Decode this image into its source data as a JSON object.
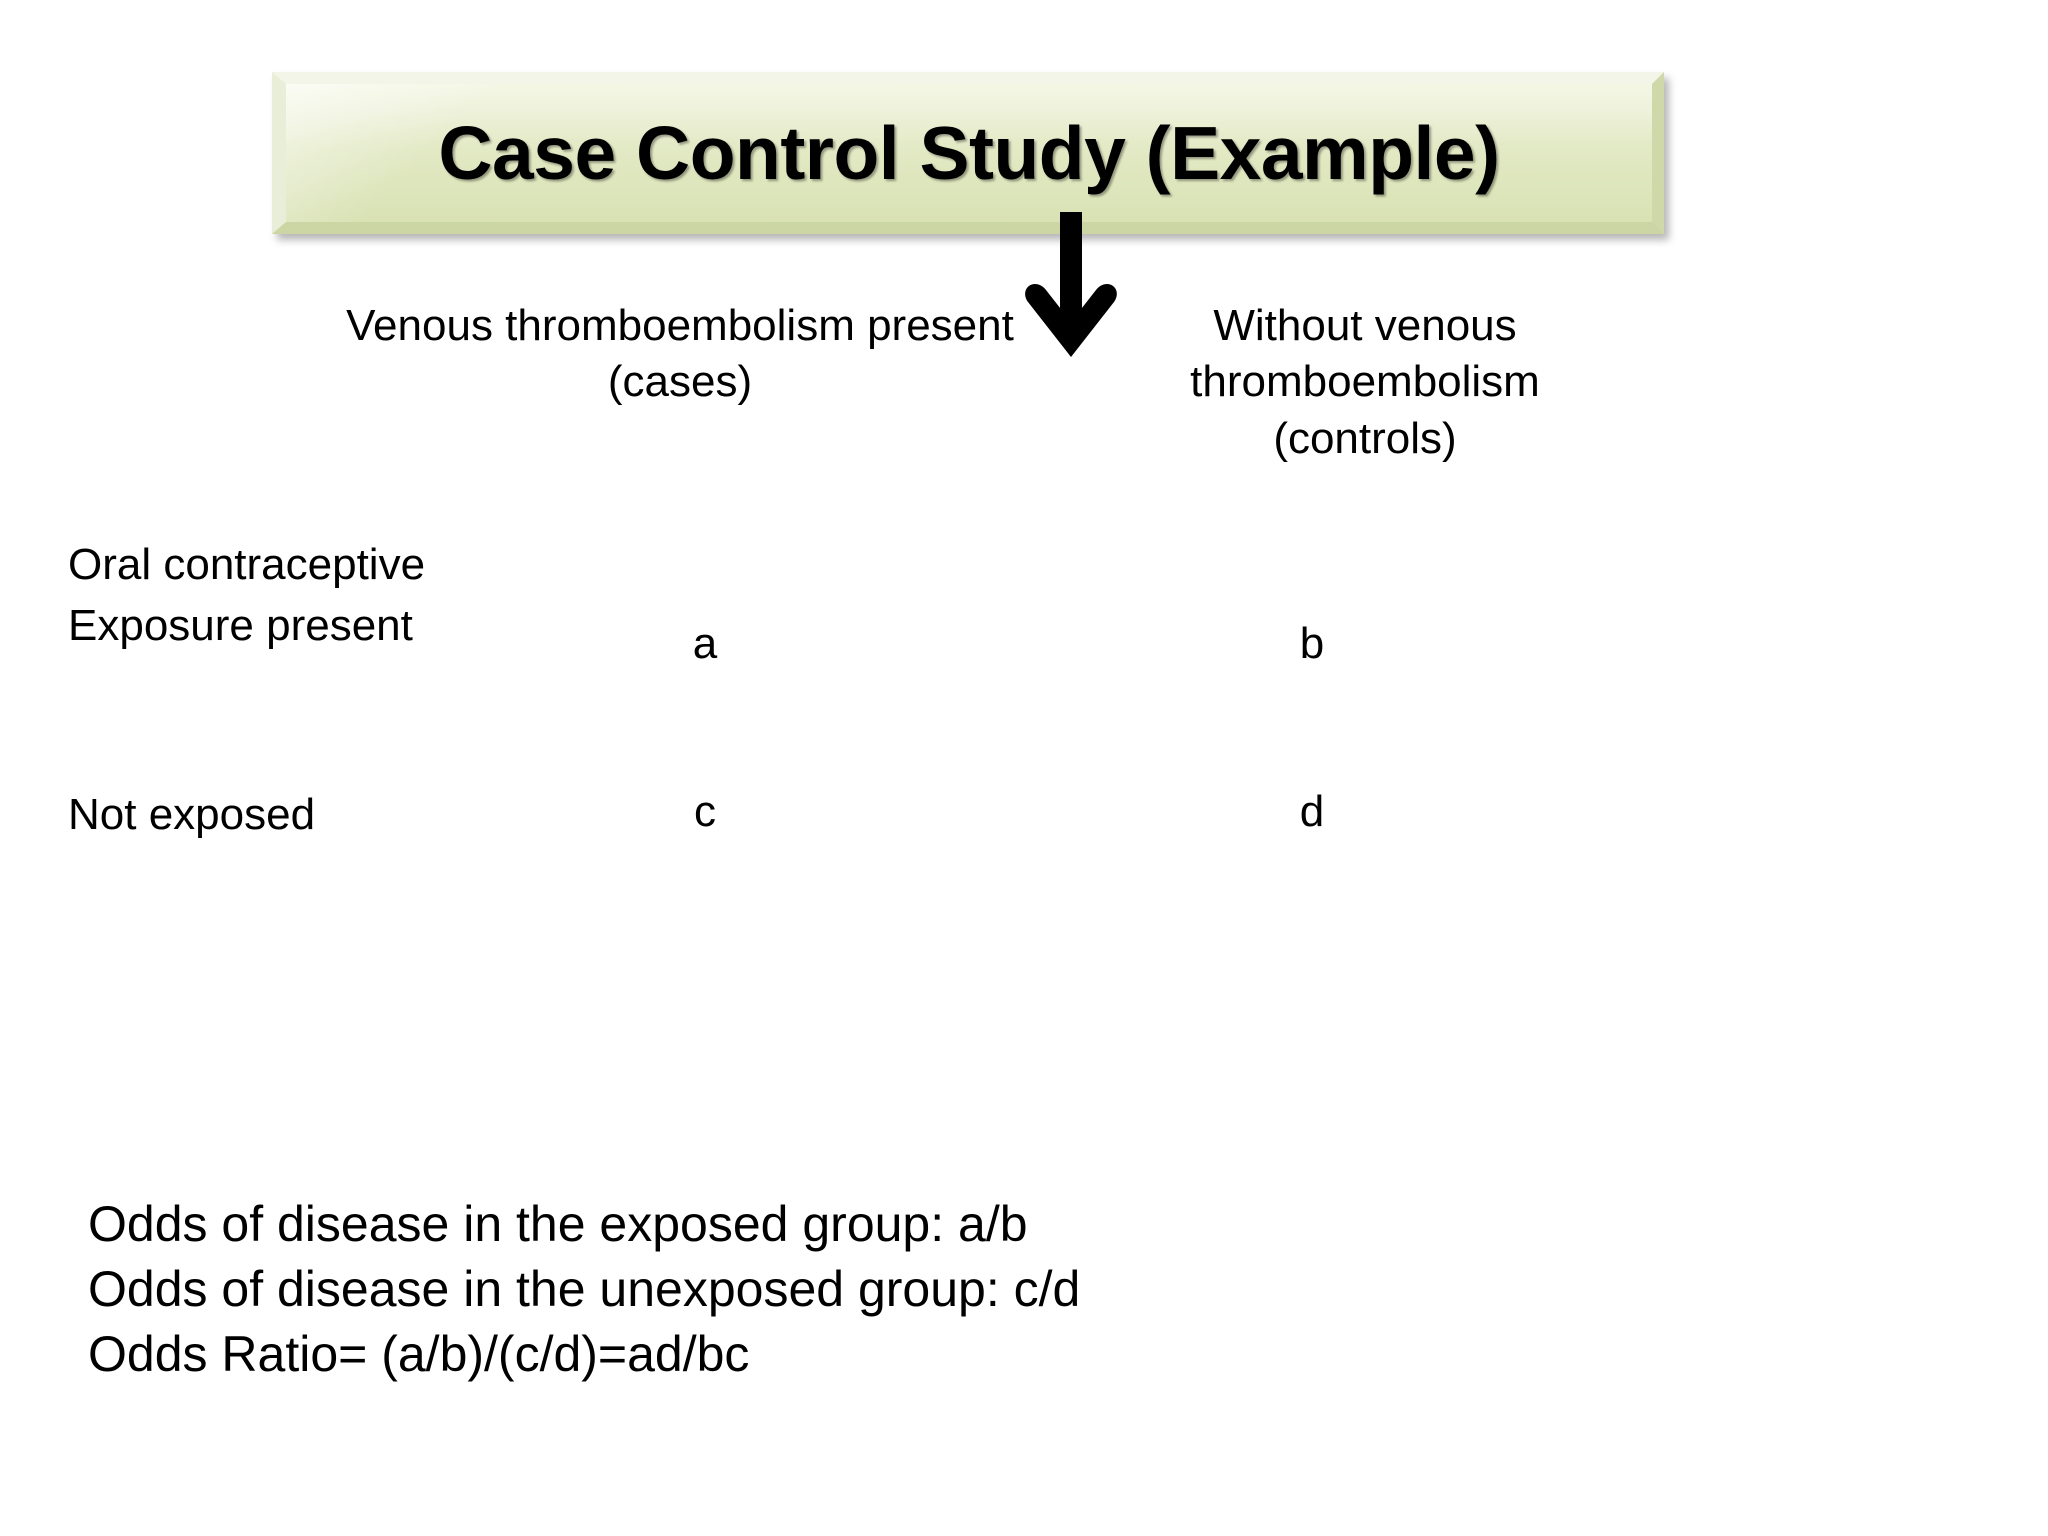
{
  "slide": {
    "title": "Case Control Study (Example)",
    "background_color": "#ffffff"
  },
  "banner": {
    "fill_color": "#e2e9c4",
    "highlight_color": "#f5f7e6",
    "shade_color": "#cbd6a4",
    "text_color": "#000000"
  },
  "arrow": {
    "icon": "arrow-down-icon",
    "color": "#000000"
  },
  "table": {
    "column_headers": [
      "Venous thromboembolism present (cases)",
      "Without venous thromboembolism (controls)"
    ],
    "row_labels": [
      "Oral contraceptive\nExposure present",
      "Not exposed"
    ],
    "cells": [
      [
        "a",
        "b"
      ],
      [
        "c",
        "d"
      ]
    ]
  },
  "formulas": {
    "lines": [
      "Odds of disease in the exposed group: a/b",
      "Odds of disease in the unexposed group: c/d",
      "Odds Ratio= (a/b)/(c/d)=ad/bc"
    ]
  }
}
